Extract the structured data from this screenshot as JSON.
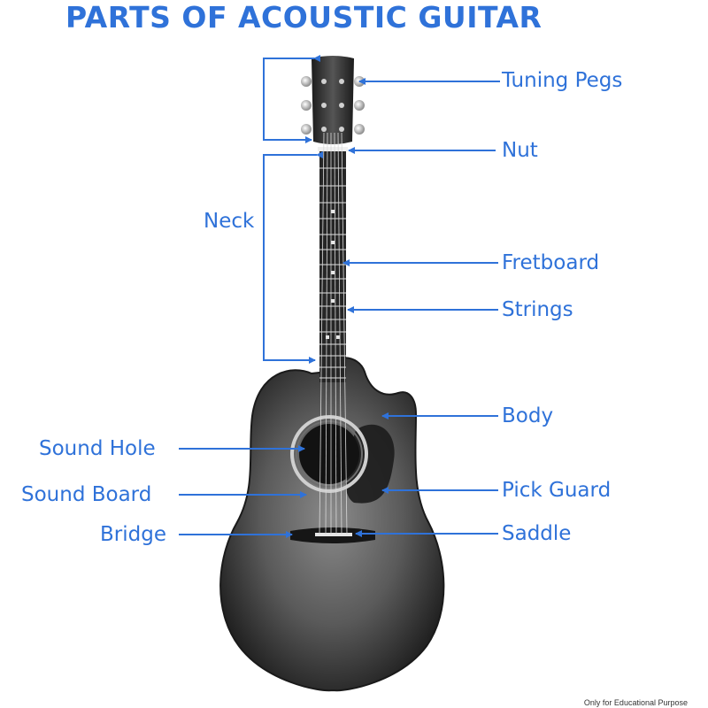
{
  "title": "PARTS OF ACOUSTIC GUITAR",
  "labels": {
    "tuning_pegs": "Tuning Pegs",
    "nut": "Nut",
    "neck": "Neck",
    "fretboard": "Fretboard",
    "strings": "Strings",
    "body": "Body",
    "sound_hole": "Sound Hole",
    "sound_board": "Sound Board",
    "pick_guard": "Pick Guard",
    "bridge": "Bridge",
    "saddle": "Saddle"
  },
  "footer": "Only for Educational Purpose",
  "colors": {
    "accent": "#2f72d9",
    "guitar_body": "#3a3a3a",
    "fretboard": "#262626"
  }
}
